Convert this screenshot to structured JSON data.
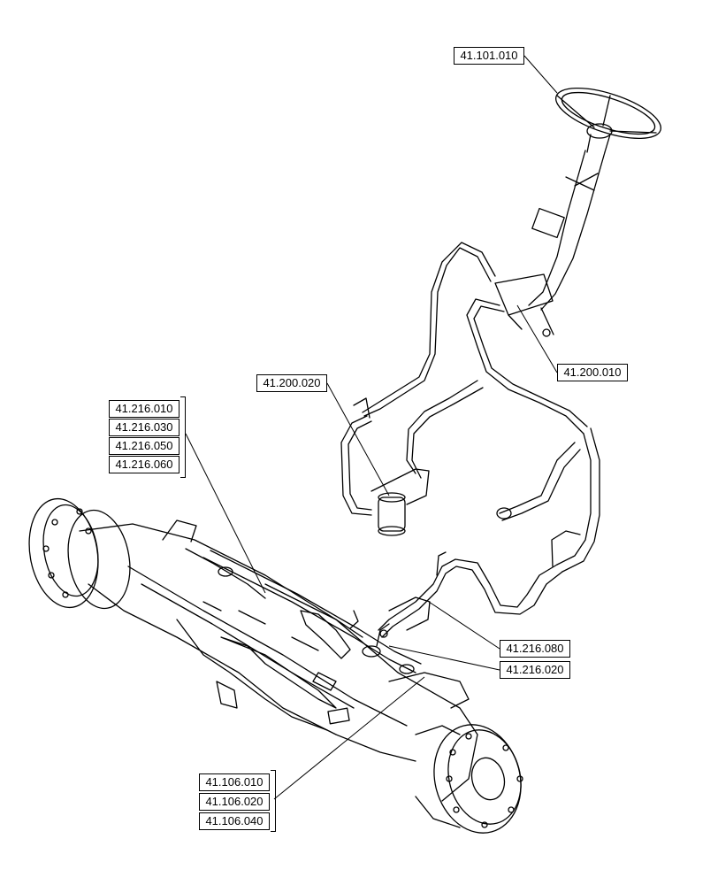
{
  "callouts": {
    "steering_wheel": "41.101.010",
    "steering_column_valve": "41.200.010",
    "filter": "41.200.020",
    "cylinder_group": [
      "41.216.010",
      "41.216.030",
      "41.216.050",
      "41.216.060"
    ],
    "lines_bracket": "41.216.080",
    "cylinder_rod": "41.216.020",
    "axle_group": [
      "41.106.010",
      "41.106.020",
      "41.106.040"
    ]
  }
}
